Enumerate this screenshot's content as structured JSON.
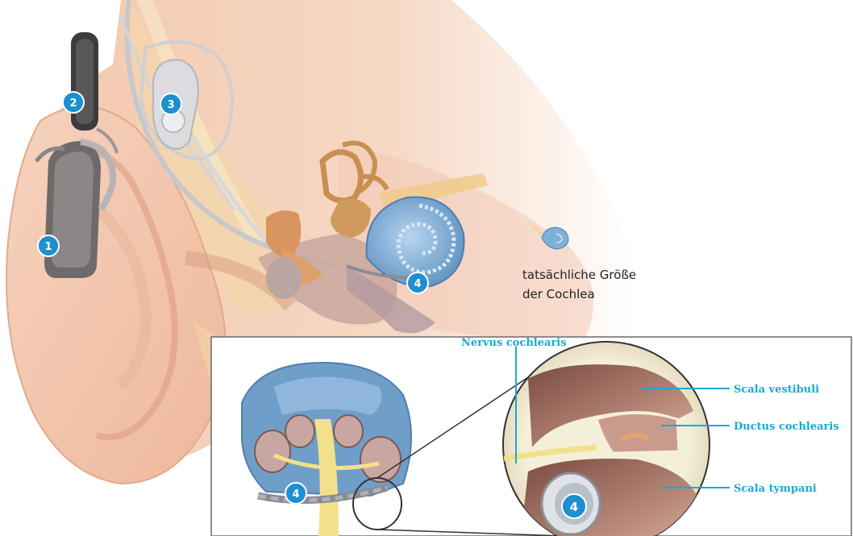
{
  "badges": {
    "processor": "1",
    "coil": "2",
    "implant": "3",
    "electrode_cochlea": "4",
    "electrode_inset": "4",
    "electrode_cross_section": "4"
  },
  "size_note": {
    "line1": "tatsächliche Größe",
    "line2": "der Cochlea"
  },
  "inset_labels": {
    "nervus": "Nervus cochlearis",
    "vestibuli": "Scala vestibuli",
    "ductus": "Ductus cochlearis",
    "tympani": "Scala tympani"
  },
  "colors": {
    "badge": "#1e8fd0",
    "label": "#18a9d4",
    "skin": "#f2c2a6",
    "cochlea": "#7fb0d8"
  }
}
